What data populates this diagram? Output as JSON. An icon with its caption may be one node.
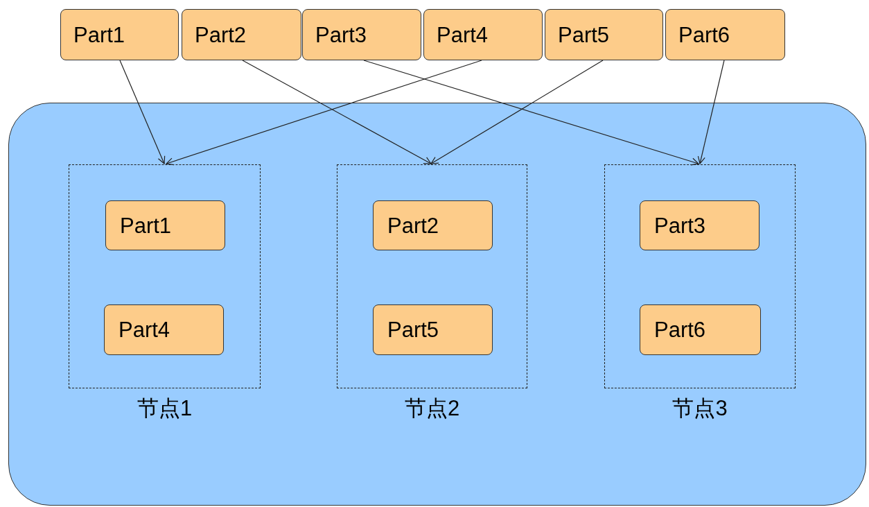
{
  "diagram": {
    "nodes": [
      {
        "text": [
          "Part1"
        ]
      },
      {
        "text": [
          "Part2"
        ]
      },
      {
        "text": [
          "Part3"
        ]
      },
      {
        "text": [
          "Part4"
        ]
      },
      {
        "text": [
          "Part5"
        ]
      },
      {
        "text": [
          "Part6"
        ]
      },
      {
        "text": [],
        "shape": "box"
      },
      {
        "text": [],
        "shape": "box",
        "in": 6,
        "beside": [
          "节点1"
        ]
      },
      {
        "text": [
          "Part1"
        ],
        "in": 7
      },
      {
        "text": [
          "Part4"
        ],
        "in": 7
      },
      {
        "text": [],
        "shape": "box",
        "in": 6,
        "beside": [
          "节点2"
        ]
      },
      {
        "text": [
          "Part2"
        ],
        "in": 10
      },
      {
        "text": [
          "Part5"
        ],
        "in": 10
      },
      {
        "text": [],
        "shape": "box",
        "in": 6,
        "beside": [
          "节点3"
        ]
      },
      {
        "text": [
          "Part3"
        ],
        "in": 13
      },
      {
        "text": [
          "Part6"
        ],
        "in": 13
      }
    ],
    "edges": [
      {
        "from": 0,
        "to": 7,
        "arrow": "to"
      },
      {
        "from": 3,
        "to": 7,
        "arrow": "to"
      },
      {
        "from": 1,
        "to": 10,
        "arrow": "to"
      },
      {
        "from": 4,
        "to": 10,
        "arrow": "to"
      },
      {
        "from": 2,
        "to": 13,
        "arrow": "to"
      },
      {
        "from": 5,
        "to": 13,
        "arrow": "to"
      }
    ]
  }
}
